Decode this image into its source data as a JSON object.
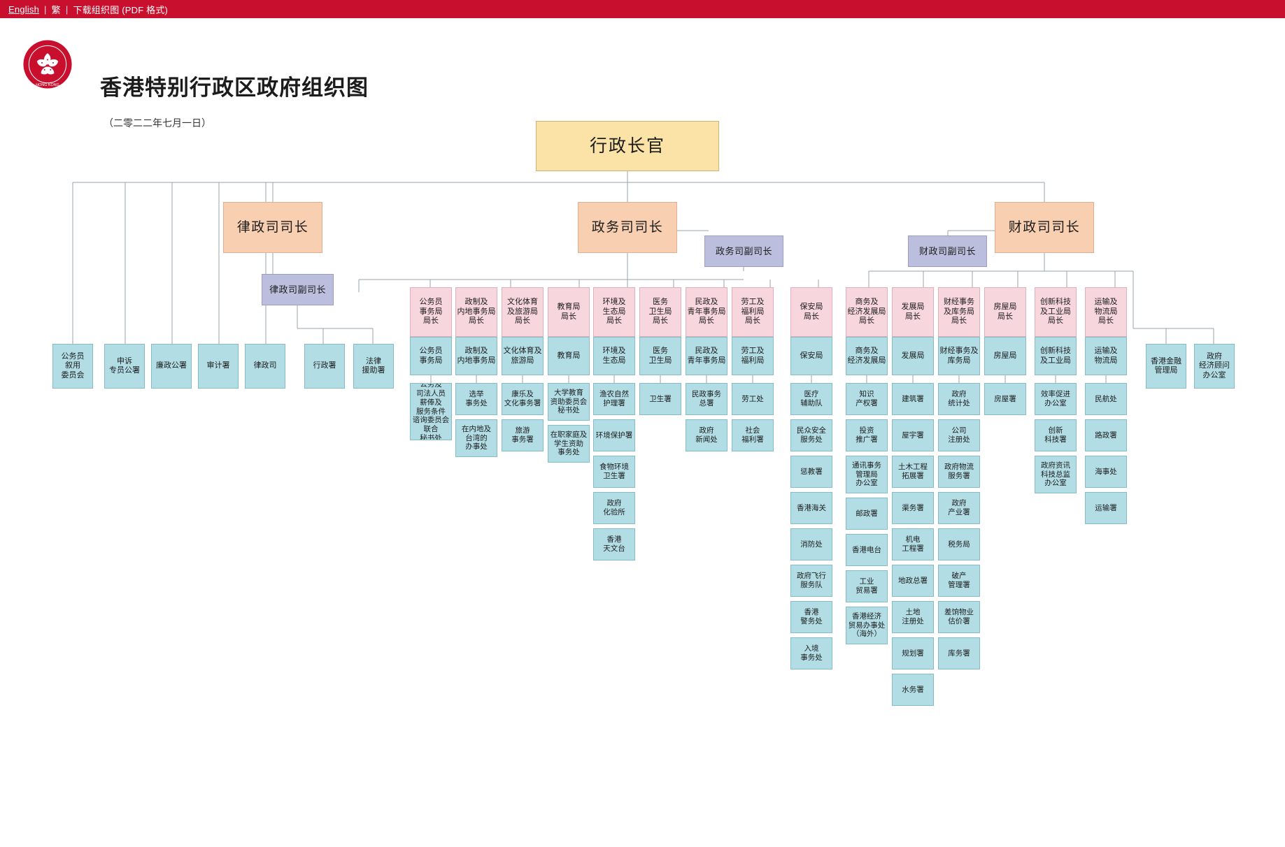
{
  "topbar": {
    "english": "English",
    "traditional": "繁",
    "download": "下载组织图 (PDF 格式)",
    "separator": "|"
  },
  "header": {
    "title": "香港特别行政区政府组织图",
    "date": "（二零二二年七月一日）",
    "emblem_icon": "hong-kong-sar-emblem"
  },
  "colors": {
    "topbar_red": "#c8102e",
    "chief_executive": "#fbe2a7",
    "secretary": "#f8cfb0",
    "deputy_secretary": "#bcbedd",
    "bureau_head": "#f7d6dd",
    "bureau": "#b2dde5",
    "department": "#b2dde5",
    "line": "#9aa3ad"
  },
  "chart_data": {
    "type": "diagram",
    "title": "香港特别行政区政府组织图",
    "subtitle": "（二零二二年七月一日）",
    "root": "行政长官",
    "levels": [
      "行政长官",
      "司长",
      "副司长",
      "局长",
      "局",
      "处/署"
    ],
    "nodes": {
      "chief_executive": "行政长官",
      "secretaries": [
        "律政司司长",
        "政务司司长",
        "财政司司长"
      ],
      "deputy_secretaries": [
        "律政司副司长",
        "政务司副司长",
        "财政司副司长"
      ],
      "ce_direct_departments": [
        "公务员\n叙用\n委员会",
        "申诉\n专员公署",
        "廉政公署",
        "审计署",
        "律政司",
        "行政署",
        "法律\n援助署"
      ],
      "fs_direct_departments": [
        "香港金融\n管理局",
        "政府\n经济顾问\n办公室"
      ],
      "bureau_heads": [
        "公务员\n事务局\n局长",
        "政制及\n内地事务局\n局长",
        "文化体育\n及旅游局\n局长",
        "教育局\n局长",
        "环境及\n生态局\n局长",
        "医务\n卫生局\n局长",
        "民政及\n青年事务局\n局长",
        "劳工及\n福利局\n局长",
        "保安局\n局长",
        "商务及\n经济发展局\n局长",
        "发展局\n局长",
        "财经事务\n及库务局\n局长",
        "房屋局\n局长",
        "创新科技\n及工业局\n局长",
        "运输及\n物流局\n局长"
      ],
      "bureaus": [
        "公务员\n事务局",
        "政制及\n内地事务局",
        "文化体育及\n旅游局",
        "教育局",
        "环境及\n生态局",
        "医务\n卫生局",
        "民政及\n青年事务局",
        "劳工及\n福利局",
        "保安局",
        "商务及\n经济发展局",
        "发展局",
        "财经事务及\n库务局",
        "房屋局",
        "创新科技\n及工业局",
        "运输及\n物流局"
      ],
      "departments": [
        [
          "公务及\n司法人员\n薪俸及\n服务条件\n谘询委员会\n联合\n秘书处"
        ],
        [
          "选举\n事务处",
          "在内地及\n台湾的\n办事处"
        ],
        [
          "康乐及\n文化事务署",
          "旅游\n事务署"
        ],
        [
          "大学教育\n资助委员会\n秘书处",
          "在职家庭及\n学生资助\n事务处"
        ],
        [
          "渔农自然\n护理署",
          "环境保护署",
          "食物环境\n卫生署",
          "政府\n化验所",
          "香港\n天文台"
        ],
        [
          "卫生署"
        ],
        [
          "民政事务\n总署",
          "政府\n新闻处"
        ],
        [
          "劳工处",
          "社会\n福利署"
        ],
        [
          "医疗\n辅助队",
          "民众安全\n服务处",
          "惩教署",
          "香港海关",
          "消防处",
          "政府飞行\n服务队",
          "香港\n警务处",
          "入境\n事务处"
        ],
        [
          "知识\n产权署",
          "投资\n推广署",
          "通讯事务\n管理局\n办公室",
          "邮政署",
          "香港电台",
          "工业\n贸易署",
          "香港经济\n贸易办事处\n（海外）"
        ],
        [
          "建筑署",
          "屋宇署",
          "土木工程\n拓展署",
          "渠务署",
          "机电\n工程署",
          "地政总署",
          "土地\n注册处",
          "规划署",
          "水务署"
        ],
        [
          "政府\n统计处",
          "公司\n注册处",
          "政府物流\n服务署",
          "政府\n产业署",
          "税务局",
          "破产\n管理署",
          "差饷物业\n估价署",
          "库务署"
        ],
        [
          "房屋署"
        ],
        [
          "效率促进\n办公室",
          "创新\n科技署",
          "政府资讯\n科技总监\n办公室"
        ],
        [
          "民航处",
          "路政署",
          "海事处",
          "运输署"
        ]
      ]
    }
  }
}
